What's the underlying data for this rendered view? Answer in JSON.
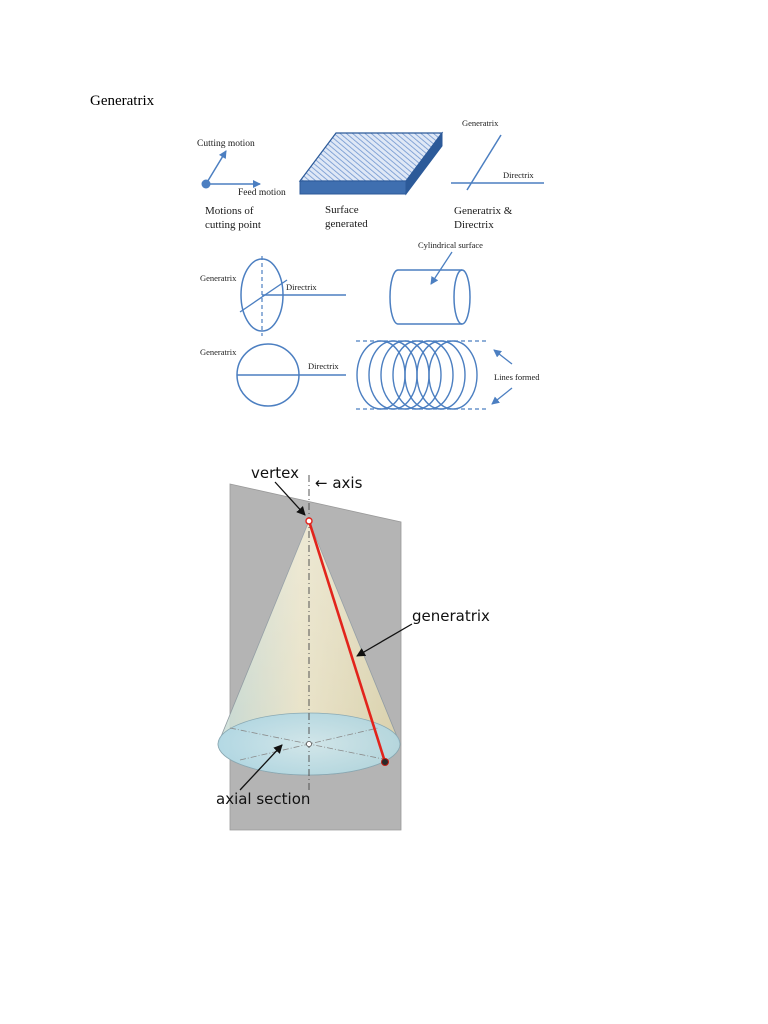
{
  "heading": "Generatrix",
  "colors": {
    "line_blue": "#4c7fc1",
    "surface_fill": "#8fb0df",
    "surface_dark": "#2c5a99",
    "generatrix_red": "#e2241c",
    "plane_gray": "#b4b4b4"
  },
  "figure1": {
    "motions": {
      "cutting": "Cutting motion",
      "feed": "Feed motion",
      "caption_line1": "Motions of",
      "caption_line2": "cutting point"
    },
    "surface": {
      "caption_line1": "Surface",
      "caption_line2": "generated"
    },
    "gen_dir": {
      "generatrix": "Generatrix",
      "directrix": "Directrix",
      "caption_line1": "Generatrix &",
      "caption_line2": "Directrix"
    },
    "ellipse_panel": {
      "generatrix": "Generatrix",
      "directrix": "Directrix"
    },
    "circle_panel": {
      "generatrix": "Generatrix",
      "directrix": "Directrix"
    },
    "cylinder_panel": {
      "label": "Cylindrical  surface"
    },
    "lines_panel": {
      "label": "Lines formed"
    }
  },
  "figure2": {
    "vertex": "vertex",
    "axis": "← axis",
    "generatrix": "generatrix",
    "axial_section": "axial section"
  }
}
